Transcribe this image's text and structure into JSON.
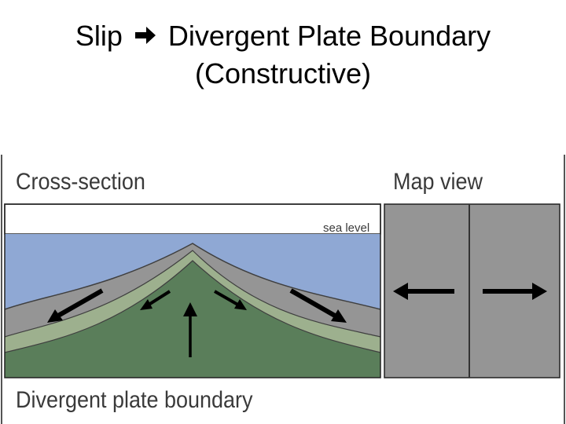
{
  "slide": {
    "title_part1": "Slip",
    "title_arrow_icon": "right-arrow-icon",
    "title_part2": "Divergent Plate Boundary",
    "title_line2": "(Constructive)"
  },
  "figure": {
    "cross_section_label": "Cross-section",
    "map_view_label": "Map view",
    "sea_level_label": "sea level",
    "caption": "Divergent plate boundary",
    "colors": {
      "ocean": "#8fa8d4",
      "mantle": "#5a7e5a",
      "lithosphere": "#9db08e",
      "sediment": "#959595",
      "map_panel": "#959595"
    }
  }
}
